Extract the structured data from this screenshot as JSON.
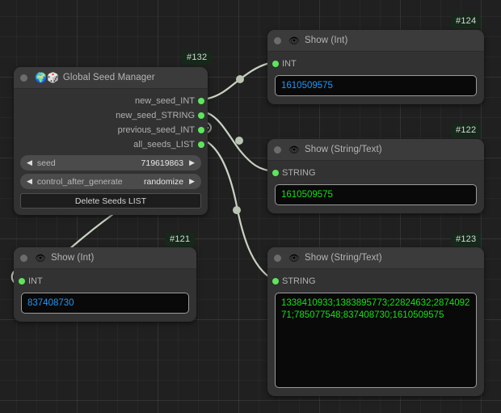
{
  "canvas": {
    "background": "#202020",
    "grid_minor": 25,
    "grid_major": 100,
    "wire_color": "#c8d3c2",
    "port_color": "#5ce65c"
  },
  "nodes": [
    {
      "id": "#132",
      "title": "Global Seed Manager",
      "icons": [
        "globe-icon",
        "dice-icon"
      ],
      "emoji": "🌍🎲",
      "outputs": [
        {
          "label": "new_seed_INT"
        },
        {
          "label": "new_seed_STRING"
        },
        {
          "label": "previous_seed_INT"
        },
        {
          "label": "all_seeds_LIST"
        }
      ],
      "widgets": [
        {
          "type": "number",
          "label": "seed",
          "value": "719619863",
          "left_arrow": "◀",
          "right_arrow": "▶"
        },
        {
          "type": "combo",
          "label": "control_after_generate",
          "value": "randomize",
          "left_arrow": "◀",
          "right_arrow": "▶"
        }
      ],
      "button": {
        "label": "Delete Seeds LIST"
      }
    },
    {
      "id": "#124",
      "title": "Show (Int)",
      "emoji": "👁",
      "input": {
        "label": "INT"
      },
      "value": "1610509575",
      "value_kind": "int"
    },
    {
      "id": "#122",
      "title": "Show (String/Text)",
      "emoji": "👁",
      "input": {
        "label": "STRING"
      },
      "value": "1610509575",
      "value_kind": "string"
    },
    {
      "id": "#121",
      "title": "Show (Int)",
      "emoji": "👁",
      "input": {
        "label": "INT"
      },
      "value": "837408730",
      "value_kind": "int"
    },
    {
      "id": "#123",
      "title": "Show (String/Text)",
      "emoji": "👁",
      "input": {
        "label": "STRING"
      },
      "value": "1338410933;1383895773;22824632;287409271;785077548;837408730;1610509575",
      "value_kind": "string"
    }
  ]
}
